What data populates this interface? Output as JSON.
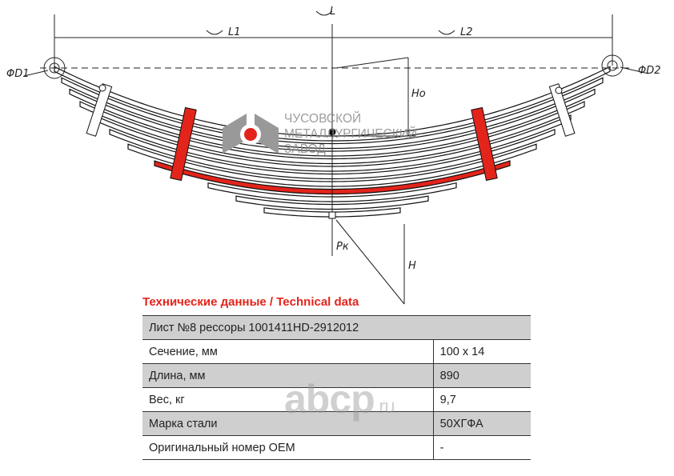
{
  "drawing": {
    "labels": {
      "L": "L",
      "L1": "L1",
      "L2": "L2",
      "D1": "ΦD1",
      "D2": "ΦD2",
      "Ho": "Ho",
      "H": "H",
      "Pk": "Pк"
    },
    "colors": {
      "red_leaf": "#e3241b",
      "leaf_stroke": "#111111"
    }
  },
  "logo": {
    "line1": "ЧУСОВСКОЙ",
    "line2": "МЕТАЛЛУРГИЧЕСКИЙ",
    "line3": "ЗАВОД"
  },
  "section_title": "Технические данные / Technical data",
  "table": {
    "header": "Лист №8 рессоры 1001411HD-2912012",
    "rows": [
      {
        "label": "Сечение, мм",
        "value": "100 x 14"
      },
      {
        "label": "Длина, мм",
        "value": "890"
      },
      {
        "label": "Вес, кг",
        "value": "9,7"
      },
      {
        "label": "Марка стали",
        "value": "50ХГФА"
      },
      {
        "label": "Оригинальный номер OEM",
        "value": "-"
      }
    ]
  },
  "watermark": {
    "main": "abcp",
    "suffix": ".ru"
  }
}
